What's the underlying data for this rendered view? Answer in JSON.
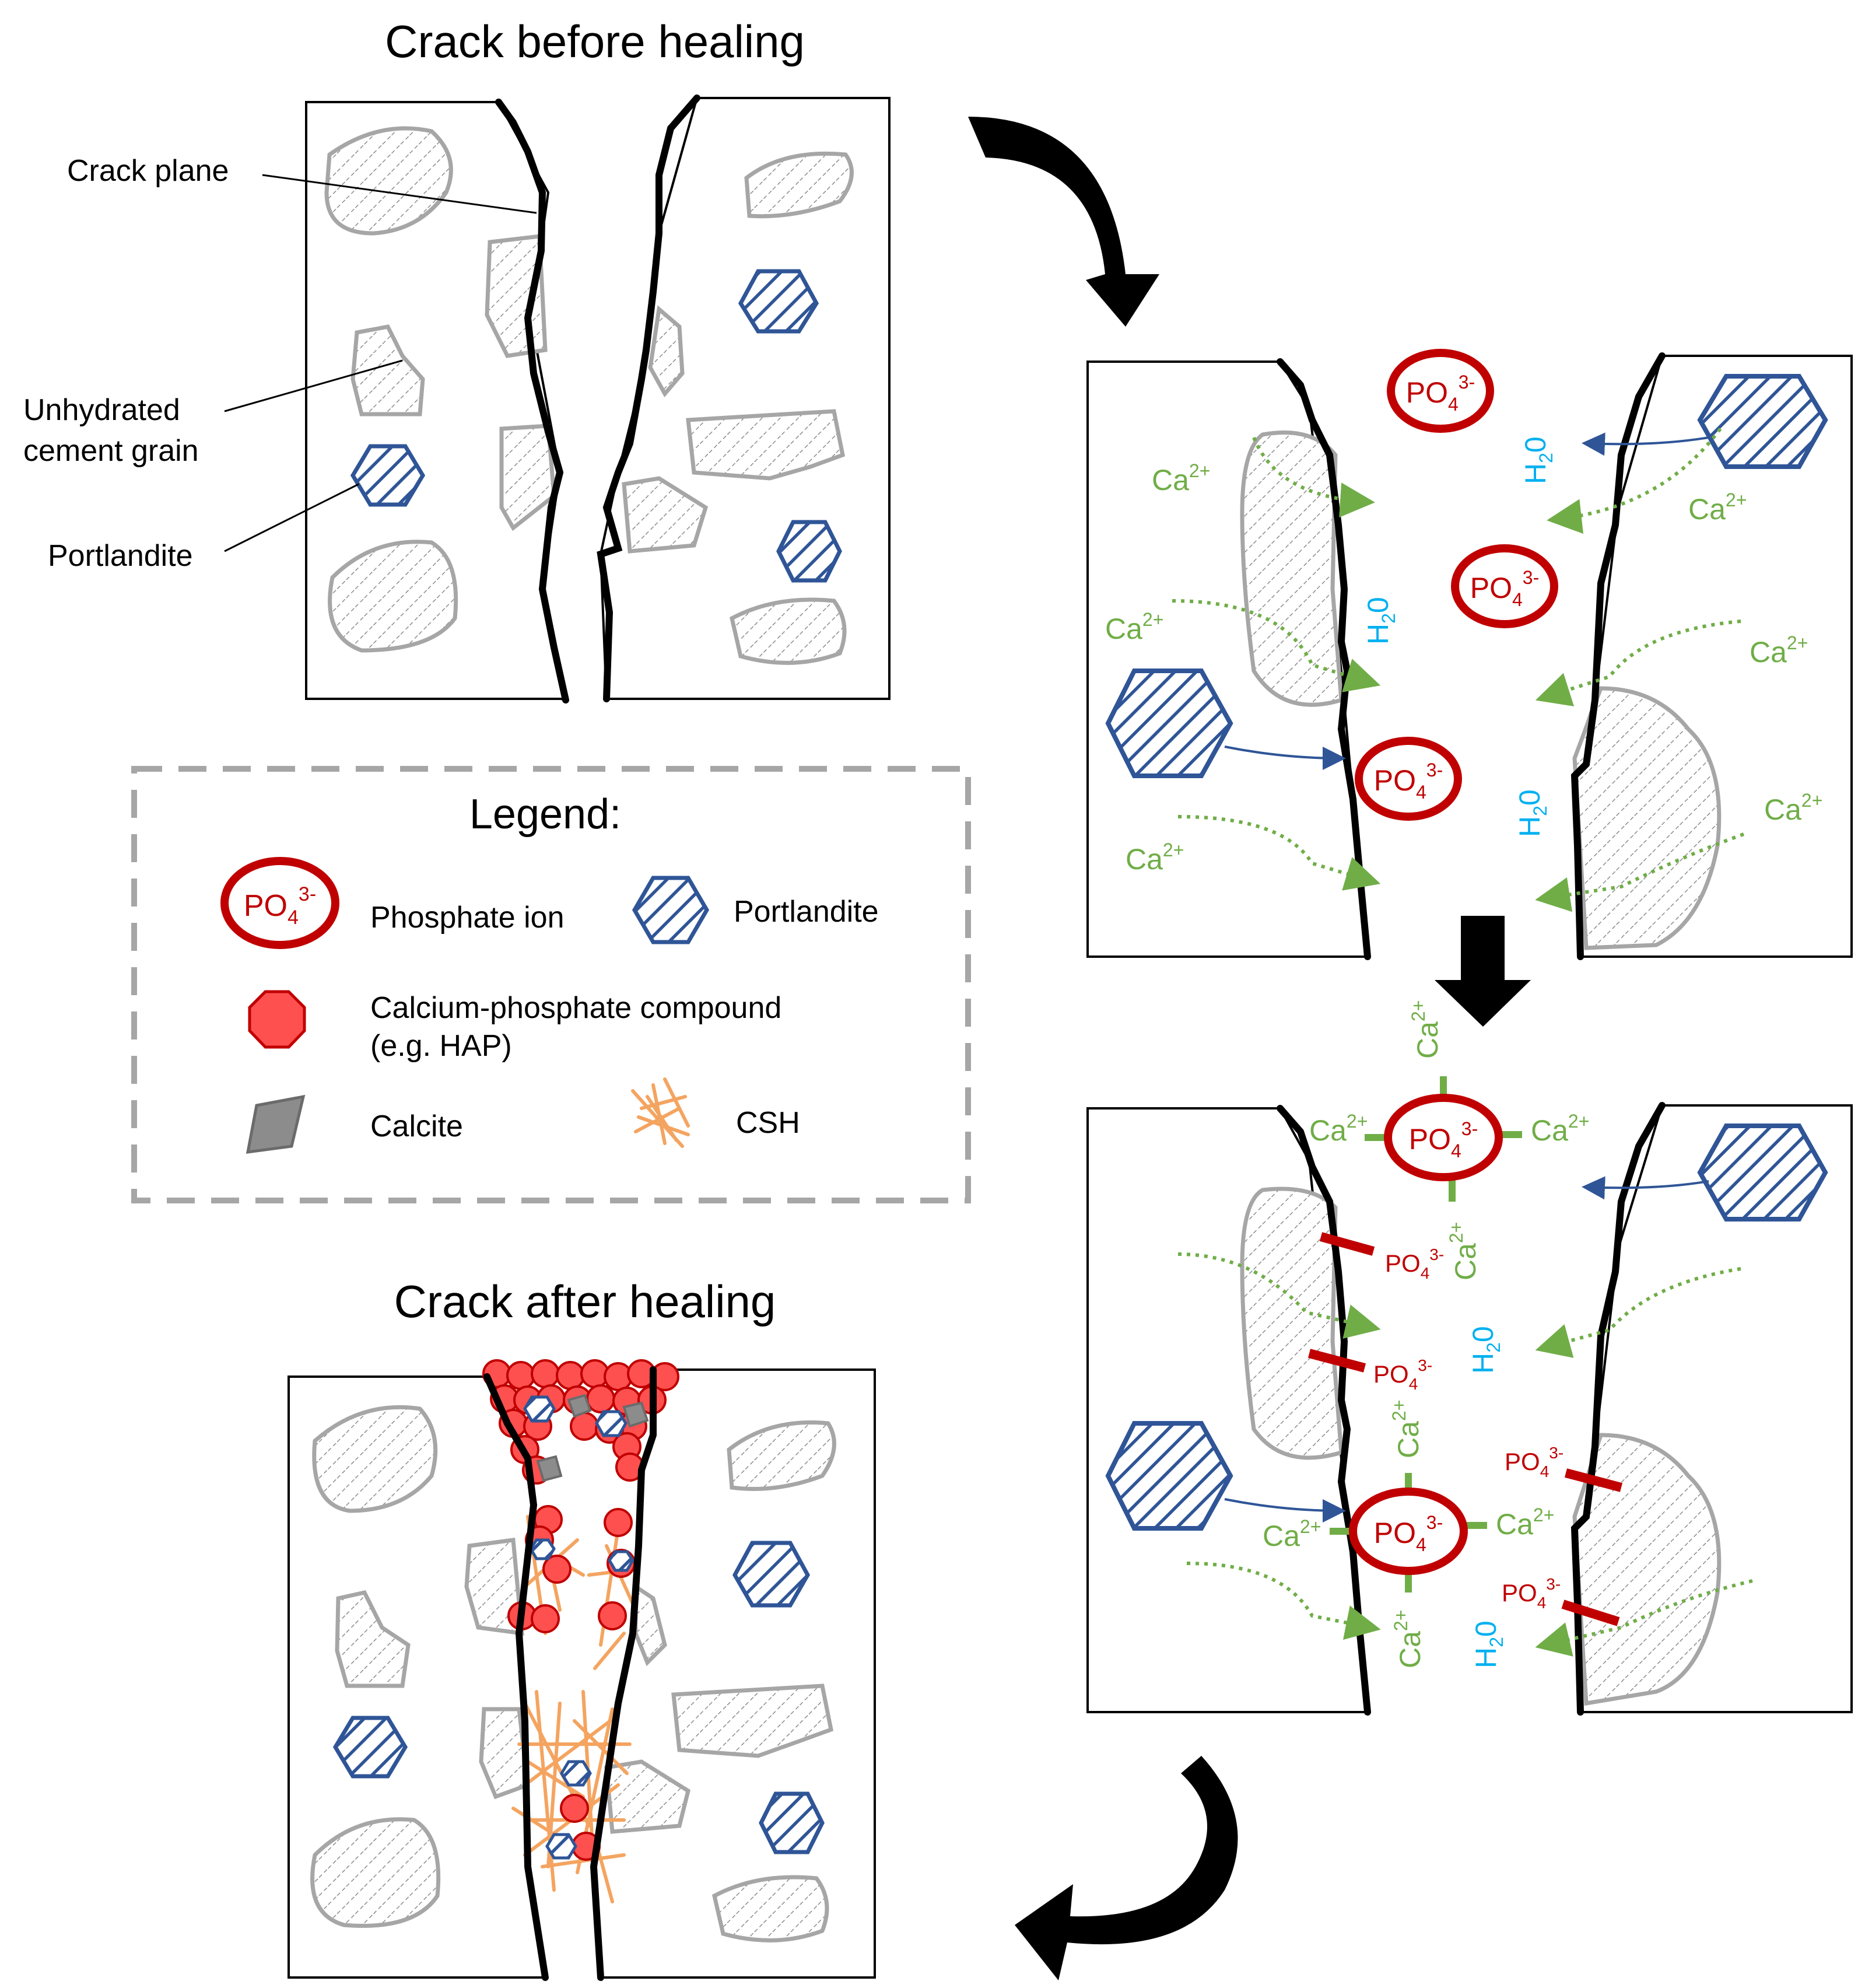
{
  "titles": {
    "before": "Crack before healing",
    "after": "Crack after healing"
  },
  "callouts": {
    "crack_plane": "Crack plane",
    "cement_line1": "Unhydrated",
    "cement_line2": "cement grain",
    "portlandite": "Portlandite"
  },
  "legend": {
    "title": "Legend:",
    "phosphate": "Phosphate ion",
    "portlandite": "Portlandite",
    "caphos_line1": "Calcium-phosphate compound",
    "caphos_line2": "(e.g. HAP)",
    "calcite": "Calcite",
    "csh": "CSH"
  },
  "chem": {
    "po": "PO",
    "sub4": "4",
    "charge3": "3-",
    "ca": "Ca",
    "charge2": "2+",
    "h2o": "H",
    "sub2": "2",
    "o": "0"
  },
  "colors": {
    "phosphate_red": "#c00000",
    "calcium_green": "#70ad47",
    "water_blue": "#00b0f0",
    "portlandite_blue": "#2f5597",
    "grain_gray": "#a6a6a6",
    "hap_red": "#ff5050",
    "csh_orange": "#f4a460"
  }
}
